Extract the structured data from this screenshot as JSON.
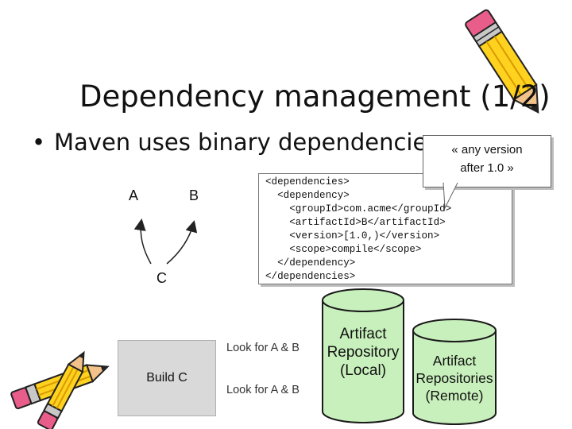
{
  "title": "Dependency management (1/2)",
  "bullet": "Maven uses binary dependencies",
  "callout": {
    "line1": "« any version",
    "line2": "after 1.0 »"
  },
  "graph": {
    "node_a": "A",
    "node_b": "B",
    "node_c": "C"
  },
  "code_lines": [
    "<dependencies>",
    "  <dependency>",
    "    <groupId>com.acme</groupId>",
    "    <artifactId>B</artifactId>",
    "    <version>[1.0,)</version>",
    "    <scope>compile</scope>",
    "  </dependency>",
    "</dependencies>"
  ],
  "build": {
    "label": "Build C",
    "look_top": "Look for A & B",
    "look_bottom": "Look for A & B"
  },
  "local_repo": {
    "line1": "Artifact",
    "line2": "Repository",
    "line3": "(Local)"
  },
  "remote_repo": {
    "line1": "Artifact",
    "line2": "Repositories",
    "line3": "(Remote)"
  },
  "colors": {
    "cylinder_fill": "#c8f0bc",
    "cylinder_stroke": "#1a1a1a",
    "build_box": "#d9d9d9"
  },
  "icons": [
    "pencil-icon",
    "pencil-icon",
    "pencil-icon"
  ]
}
